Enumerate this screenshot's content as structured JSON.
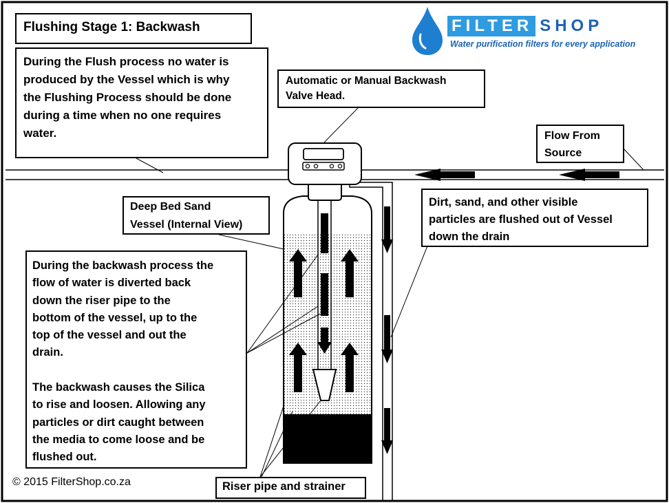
{
  "title": "Flushing Stage 1: Backwash",
  "logo": {
    "brand_part1": "FILTER",
    "brand_part2": "SHOP",
    "tagline": "Water purification filters for every application",
    "colors": {
      "light_blue": "#2f9be0",
      "dark_blue": "#1a63b5"
    }
  },
  "notes": {
    "flush_no_water": "During the Flush process no water is\nproduced by the Vessel which is why\nthe Flushing Process should be done\nduring a time when no one requires\nwater.",
    "valve_head": "Automatic or Manual Backwash\nValve Head.",
    "flow_from_source": "Flow From\nSource",
    "vessel": "Deep Bed Sand\nVessel (Internal View)",
    "drain": "Dirt, sand, and other visible\nparticles are flushed out of Vessel\ndown the drain",
    "backwash_process": "During the backwash process the\nflow of water is diverted back\ndown the riser pipe to the\nbottom of the vessel, up to the\ntop of the vessel and out the\ndrain.\n\nThe backwash causes the Silica\nto rise and loosen. Allowing any\nparticles or dirt caught between\nthe media to come loose and be\nflushed out.",
    "riser_pipe": "Riser pipe and strainer"
  },
  "copyright": "© 2015 FilterShop.co.za",
  "icons": [
    "water-drop-icon"
  ]
}
